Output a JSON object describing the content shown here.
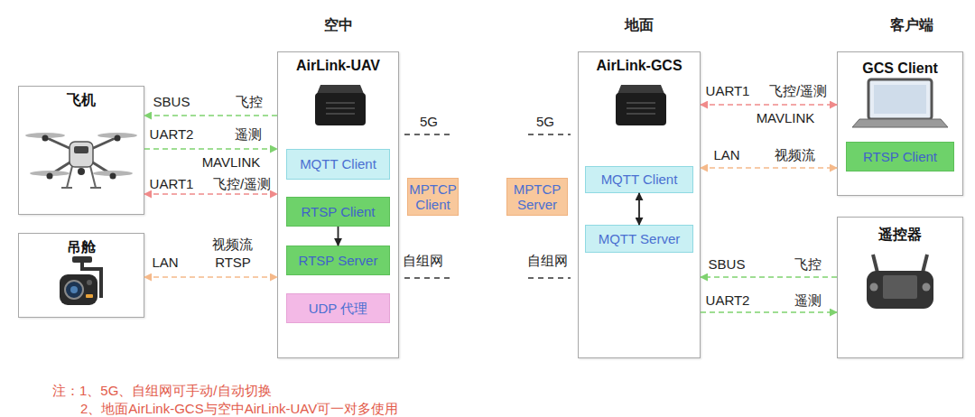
{
  "diagram": {
    "nodes": [
      {
        "text": [
          "飞机"
        ]
      },
      {
        "text": [
          "吊舱"
        ]
      },
      {
        "text": [
          "AirLink-UAV"
        ]
      },
      {
        "text": [
          "MQTT Client"
        ],
        "in": 2
      },
      {
        "text": [
          "RTSP Client"
        ],
        "in": 2
      },
      {
        "text": [
          "RTSP Server"
        ],
        "in": 2
      },
      {
        "text": [
          "UDP 代理"
        ],
        "in": 2
      },
      {
        "text": [
          "MPTCP Client"
        ]
      },
      {
        "text": [
          "MPTCP Server"
        ]
      },
      {
        "text": [
          "AirLink-GCS"
        ]
      },
      {
        "text": [
          "MQTT Client"
        ],
        "in": 9
      },
      {
        "text": [
          "MQTT Server"
        ],
        "in": 9
      },
      {
        "text": [
          "GCS Client"
        ]
      },
      {
        "text": [
          "RTSP Client"
        ],
        "in": 12
      },
      {
        "text": [
          "遥控器"
        ]
      }
    ],
    "edges": [
      {
        "from": 2,
        "to": 0,
        "label": "SBUS",
        "arrow": "to"
      },
      {
        "from": 0,
        "to": 2,
        "label": "UART2",
        "arrow": "to"
      },
      {
        "from": 0,
        "to": 2,
        "label": "UART1",
        "arrow": "both"
      },
      {
        "from": 1,
        "to": 2,
        "label": "LAN",
        "arrow": "both"
      },
      {
        "from": 4,
        "to": 5,
        "arrow": "to"
      },
      {
        "from": 10,
        "to": 11,
        "arrow": "both"
      },
      {
        "from": 9,
        "to": 12,
        "label": "UART1",
        "arrow": "both"
      },
      {
        "from": 9,
        "to": 12,
        "label": "LAN",
        "arrow": "both"
      },
      {
        "from": 14,
        "to": 9,
        "label": "SBUS",
        "arrow": "to"
      },
      {
        "from": 9,
        "to": 14,
        "label": "UART2",
        "arrow": "to"
      }
    ],
    "labels": [
      "空中",
      "地面",
      "客户端",
      "飞控",
      "遥测",
      "MAVLINK",
      "飞控/遥测",
      "视频流",
      "RTSP",
      "5G",
      "自组网",
      "5G",
      "自组网",
      "飞控/遥测",
      "MAVLINK",
      "视频流",
      "飞控",
      "遥测",
      "注：1、5G、自组网可手动/自动切换",
      "2、地面AirLink-GCS与空中AirLink-UAV可一对多使用"
    ]
  }
}
